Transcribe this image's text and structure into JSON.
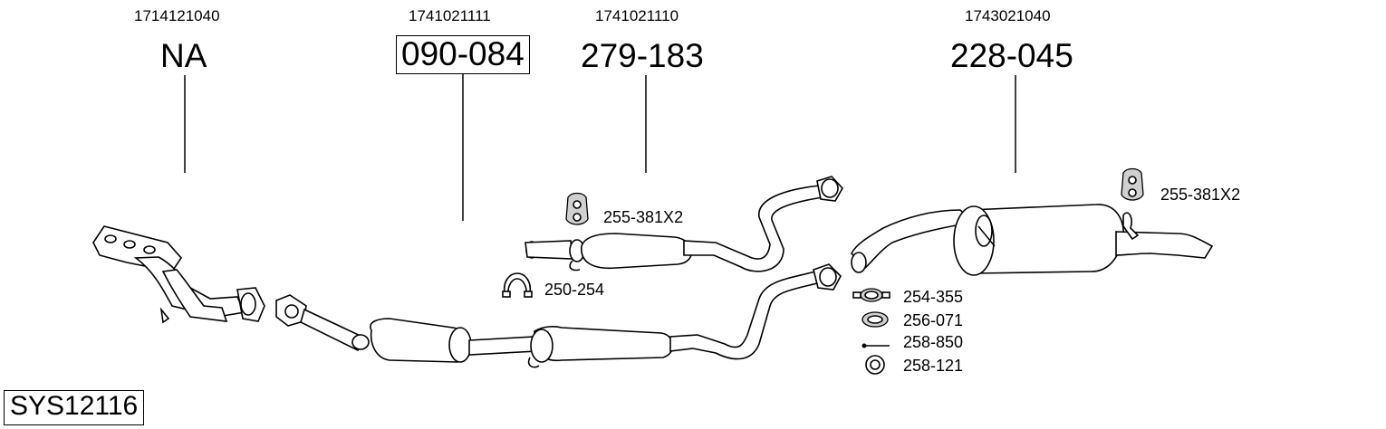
{
  "columns": [
    {
      "oem": "1714121040",
      "part": "NA",
      "boxed": false
    },
    {
      "oem": "1741021111",
      "part": "090-084",
      "boxed": true
    },
    {
      "oem": "1741021110",
      "part": "279-183",
      "boxed": false
    },
    {
      "oem": "1743021040",
      "part": "228-045",
      "boxed": false
    }
  ],
  "accessories": [
    {
      "label": "255-381X2",
      "icon": "rubber-hanger-icon"
    },
    {
      "label": "250-254",
      "icon": "pipe-clamp-icon"
    },
    {
      "label": "255-381X2",
      "icon": "rubber-hanger-icon"
    },
    {
      "label": "254-355",
      "icon": "clamp-icon"
    },
    {
      "label": "256-071",
      "icon": "gasket-icon"
    },
    {
      "label": "258-850",
      "icon": "bolt-icon"
    },
    {
      "label": "258-121",
      "icon": "ring-icon"
    }
  ],
  "system_id": "SYS12116"
}
